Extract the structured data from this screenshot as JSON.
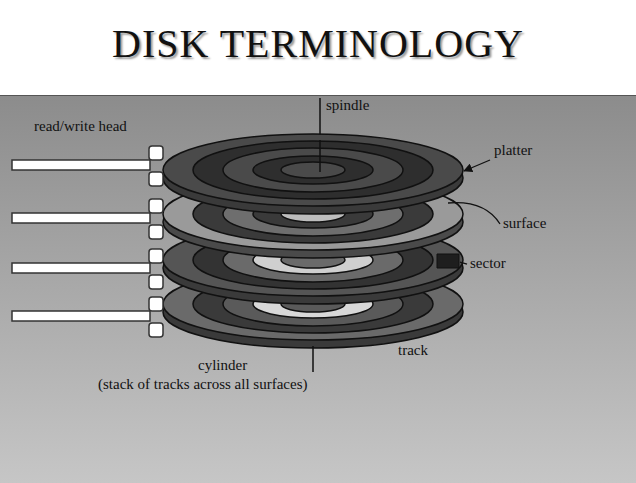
{
  "diagram": {
    "title": "DISK TERMINOLOGY",
    "labels": [
      "read/write head",
      "spindle",
      "platter",
      "surface",
      "sector",
      "track",
      "cylinder",
      "(stack of tracks across all surfaces)"
    ]
  }
}
